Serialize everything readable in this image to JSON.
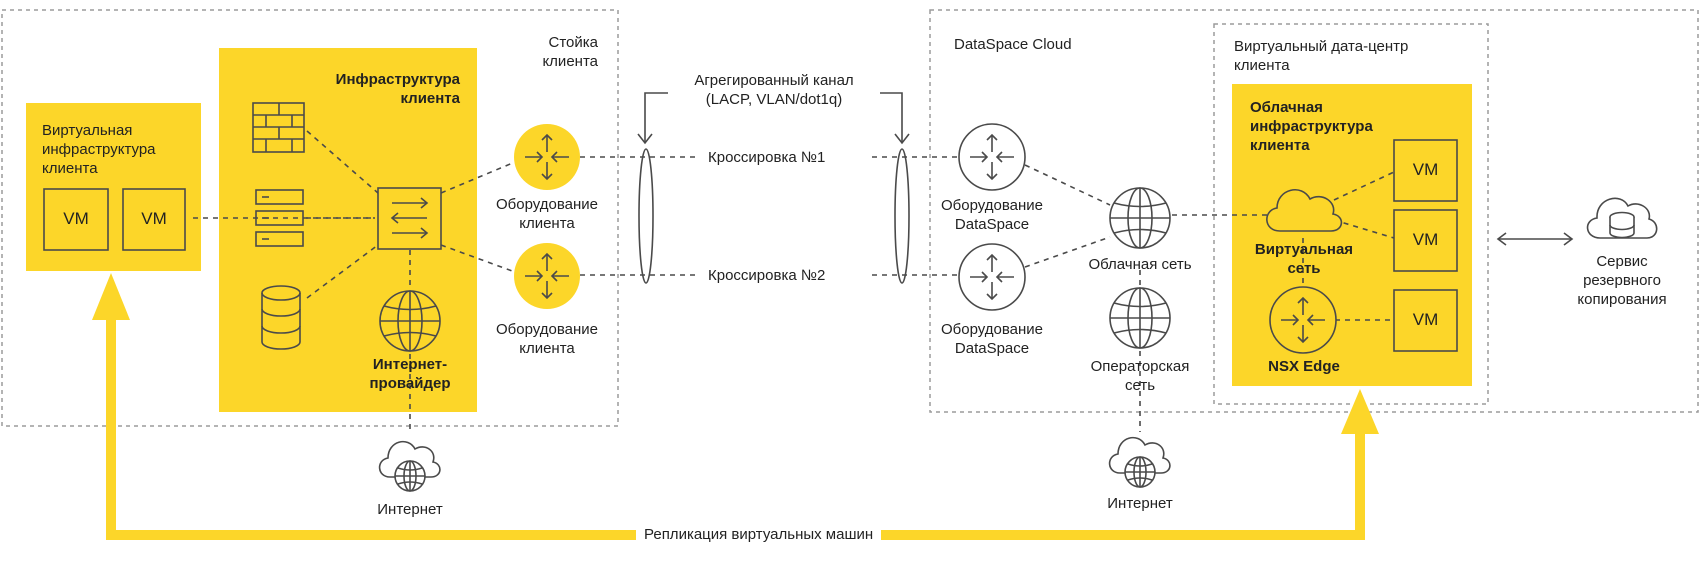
{
  "colors": {
    "accent": "#FCD629",
    "line": "#4A4A4A",
    "dashed_border": "#9B9B9B",
    "text": "#222222"
  },
  "customer_rack": {
    "title_line1": "Стойка",
    "title_line2": "клиента",
    "virtual_infra": {
      "line1": "Виртуальная",
      "line2": "инфраструктура",
      "line3": "клиента",
      "vm1": "VM",
      "vm2": "VM"
    },
    "infra": {
      "line1": "Инфраструктура",
      "line2": "клиента"
    },
    "isp": {
      "line1": "Интернет-",
      "line2": "провайдер"
    },
    "equipment_top": {
      "line1": "Оборудование",
      "line2": "клиента"
    },
    "equipment_bottom": {
      "line1": "Оборудование",
      "line2": "клиента"
    }
  },
  "internet_left": "Интернет",
  "aggregated_link": {
    "line1": "Агрегированный канал",
    "line2": "(LACP, VLAN/dot1q)"
  },
  "cross_connect_1": "Кроссировка №1",
  "cross_connect_2": "Кроссировка №2",
  "dataspace": {
    "title": "DataSpace Cloud",
    "equipment_top": {
      "line1": "Оборудование",
      "line2": "DataSpace"
    },
    "equipment_bottom": {
      "line1": "Оборудование",
      "line2": "DataSpace"
    },
    "cloud_network": "Облачная сеть",
    "operator_network": {
      "line1": "Операторская",
      "line2": "сеть"
    },
    "internet": "Интернет"
  },
  "virtual_dc": {
    "title_line1": "Виртуальный дата-центр",
    "title_line2": "клиента",
    "cloud_infra": {
      "line1": "Облачная",
      "line2": "инфраструктура",
      "line3": "клиента"
    },
    "virtual_network": {
      "line1": "Виртуальная",
      "line2": "сеть"
    },
    "nsx_edge": "NSX Edge",
    "vm1": "VM",
    "vm2": "VM",
    "vm3": "VM"
  },
  "backup_service": {
    "line1": "Сервис",
    "line2": "резервного",
    "line3": "копирования"
  },
  "replication": "Репликация виртуальных машин"
}
